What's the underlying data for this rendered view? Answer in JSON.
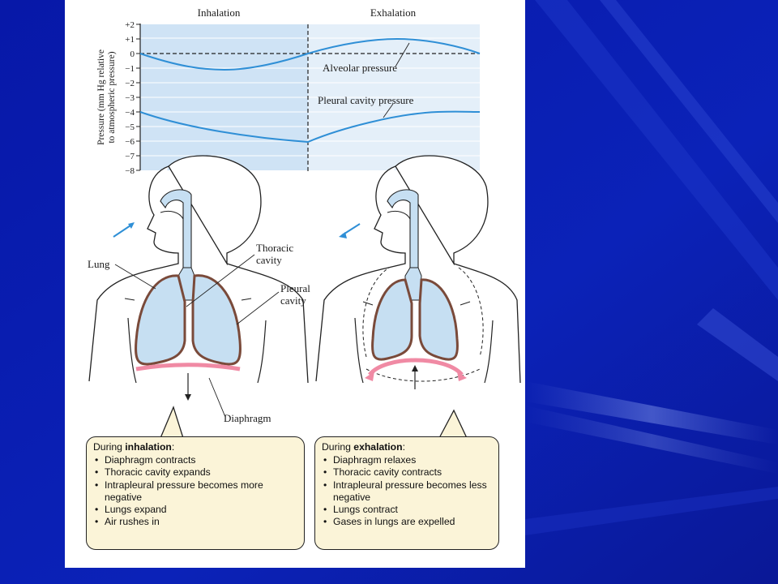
{
  "diagram": {
    "phase_inhalation": "Inhalation",
    "phase_exhalation": "Exhalation",
    "y_axis_label_line1": "Pressure (mm Hg relative",
    "y_axis_label_line2": "to atmospheric pressure)",
    "ticks": [
      "+2",
      "+1",
      "0",
      "−1",
      "−2",
      "−3",
      "−4",
      "−5",
      "−6",
      "−7",
      "−8"
    ],
    "curve_alveolar": "Alveolar pressure",
    "curve_pleural": "Pleural cavity pressure",
    "label_lung": "Lung",
    "label_thoracic_1": "Thoracic",
    "label_thoracic_2": "cavity",
    "label_pleural_1": "Pleural",
    "label_pleural_2": "cavity",
    "label_diaphragm": "Diaphragm",
    "colors": {
      "background": "#0a1aa8",
      "graph_inhale_band": "#cfe3f5",
      "graph_exhale_band": "#e4eff9",
      "curve": "#2f8fd6",
      "lung_fill": "#c6dff2",
      "diaphragm": "#f08aa4",
      "callout_fill": "#fbf4d8"
    }
  },
  "boxes": {
    "inhalation": {
      "title_prefix": "During ",
      "title_bold": "inhalation",
      "title_suffix": ":",
      "items": [
        "Diaphragm contracts",
        "Thoracic cavity expands",
        "Intrapleural pressure becomes more negative",
        "Lungs expand",
        "Air rushes in"
      ]
    },
    "exhalation": {
      "title_prefix": "During ",
      "title_bold": "exhalation",
      "title_suffix": ":",
      "items": [
        "Diaphragm relaxes",
        "Thoracic cavity contracts",
        "Intrapleural pressure becomes less negative",
        "Lungs contract",
        "Gases in lungs are expelled"
      ]
    }
  }
}
